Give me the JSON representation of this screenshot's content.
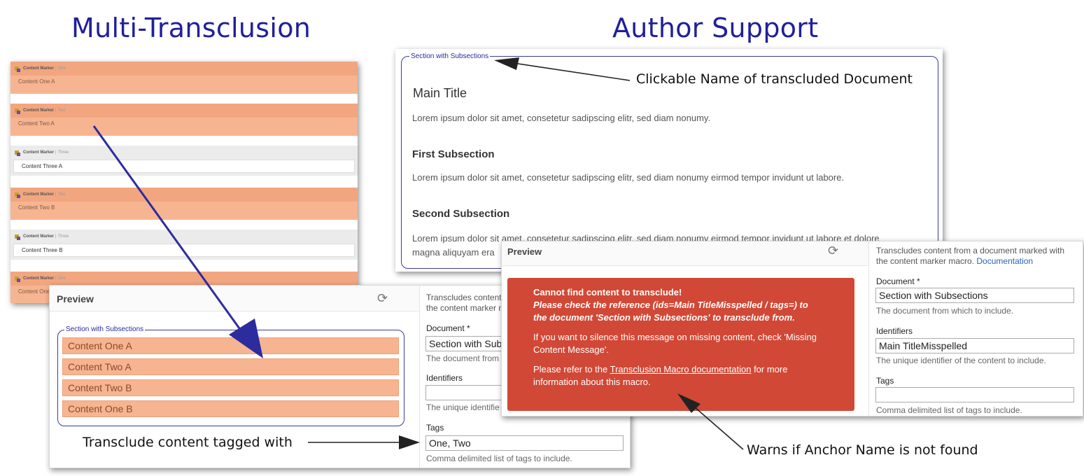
{
  "headings": {
    "left": "Multi-Transclusion",
    "right": "Author Support"
  },
  "stack": {
    "blocks": [
      {
        "type": "orange",
        "marker": "Content Marker",
        "tag": "One",
        "content": "Content One A"
      },
      {
        "type": "orange",
        "marker": "Content Marker",
        "tag": "Two",
        "content": "Content Two A"
      },
      {
        "type": "grey",
        "marker": "Content Marker",
        "tag": "Three",
        "content": "Content Three A"
      },
      {
        "type": "orange",
        "marker": "Content Marker",
        "tag": "Two",
        "content": "Content Two B"
      },
      {
        "type": "grey",
        "marker": "Content Marker",
        "tag": "Three",
        "content": "Content Three B"
      },
      {
        "type": "orange",
        "marker": "Content Marker",
        "tag": "One",
        "content": "Content One"
      }
    ]
  },
  "left_preview": {
    "title": "Preview",
    "refresh_icon": "refresh-icon",
    "fieldset_legend": "Section with Subsections",
    "items": [
      "Content One A",
      "Content Two A",
      "Content Two B",
      "Content One B"
    ],
    "sidebar": {
      "description_line1": "Transcludes content",
      "description_line2": "the content marker m",
      "document_label": "Document *",
      "document_value": "Section with Sub",
      "document_help": "The document from",
      "identifiers_label": "Identifiers",
      "identifiers_value": "",
      "identifiers_help": "The unique identifie",
      "tags_label": "Tags",
      "tags_value": "One, Two",
      "tags_help": "Comma delimited list of tags to include."
    }
  },
  "author_doc": {
    "legend": "Section with Subsections",
    "main_title": "Main Title",
    "p1": "Lorem ipsum dolor sit amet, consetetur sadipscing elitr, sed diam nonumy.",
    "sub1": "First Subsection",
    "p2": "Lorem ipsum dolor sit amet, consetetur sadipscing elitr, sed diam nonumy eirmod tempor invidunt ut labore.",
    "sub2": "Second Subsection",
    "p3_line1": "Lorem ipsum dolor sit amet, consetetur sadipscing elitr, sed diam nonumy eirmod tempor invidunt ut labore et dolore",
    "p3_line2": "magna aliquyam era"
  },
  "right_preview": {
    "title": "Preview",
    "error": {
      "line1": "Cannot find content to transclude!",
      "line2": "Please check the reference (ids=Main TitleMisspelled / tags=) to",
      "line3": "the document 'Section with Subsections' to transclude from.",
      "line4": "If you want to silence this message on missing content, check 'Missing",
      "line5": "Content Message'.",
      "line6_pre": "Please refer to the ",
      "line6_link": "Transclusion Macro documentation",
      "line6_post": " for more",
      "line7": "information about this macro."
    },
    "sidebar": {
      "description_line1": "Transcludes content from a document marked with",
      "description_line2_pre": "the content marker macro. ",
      "description_link": "Documentation",
      "document_label": "Document *",
      "document_value": "Section with Subsections",
      "document_help": "The document from which to include.",
      "identifiers_label": "Identifiers",
      "identifiers_value": "Main TitleMisspelled",
      "identifiers_help": "The unique identifier of the content to include.",
      "tags_label": "Tags",
      "tags_value": "",
      "tags_help": "Comma delimited list of tags to include."
    }
  },
  "annotations": {
    "clickable_name": "Clickable Name of transcluded Document",
    "tagged_with": "Transclude content tagged with",
    "warns": "Warns if Anchor Name is not found"
  },
  "colors": {
    "heading": "#1f1f9c",
    "orange": "#f7b491",
    "error": "#d14836",
    "arrow": "#2c2c9e"
  }
}
